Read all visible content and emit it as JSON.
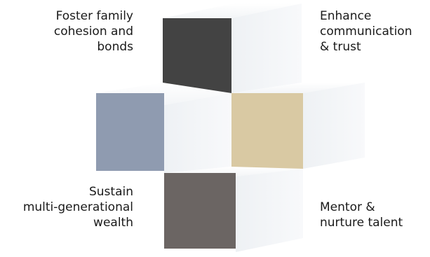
{
  "diagram": {
    "labels": {
      "top_left": "Foster family\ncohesion and\nbonds",
      "top_right": "Enhance\ncommunication\n& trust",
      "bottom_left": "Sustain\nmulti-generational\nwealth",
      "bottom_right": "Mentor &\nnurture talent"
    },
    "colors": {
      "top_cube_face": "#434343",
      "left_cube_face": "#8f9bb0",
      "right_cube_face": "#d9c9a3",
      "bottom_cube_face": "#6b6563",
      "light_face": "#f4f6f8",
      "lighter_face": "#fbfcfd",
      "shadow_face": "#e6e9ed"
    }
  }
}
